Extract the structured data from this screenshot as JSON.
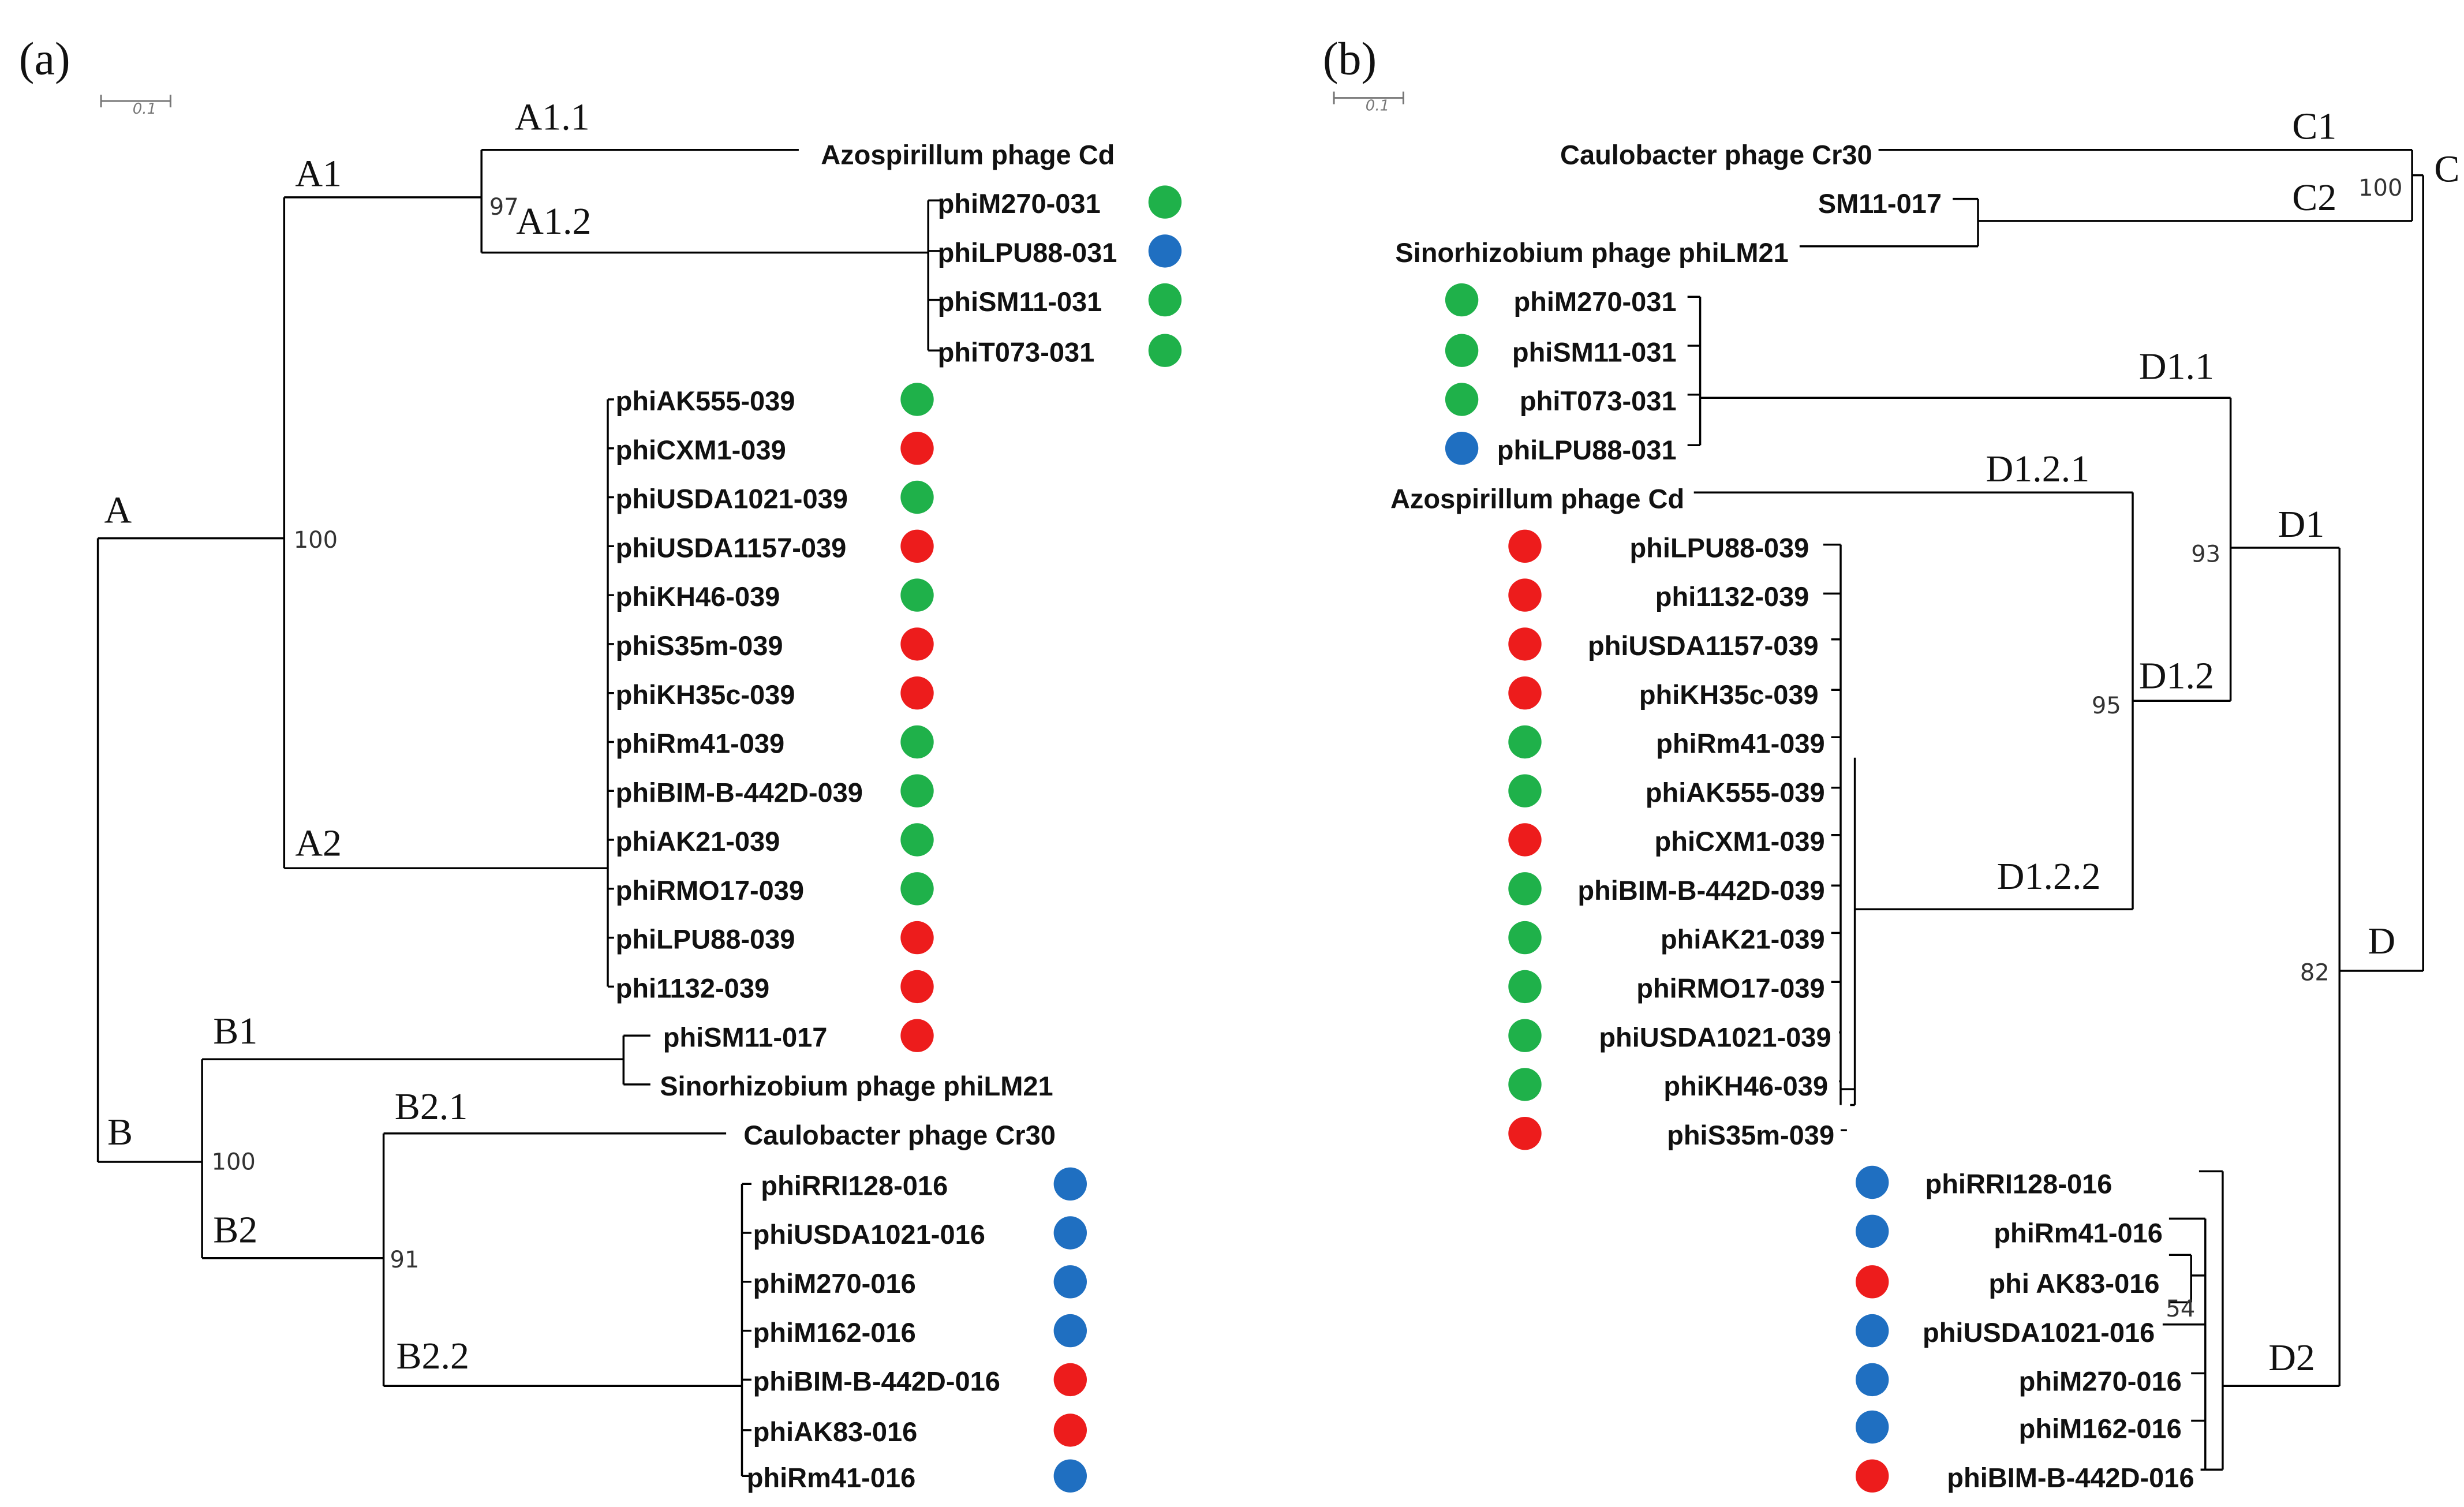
{
  "panel_a": {
    "label": "(a)",
    "scale_label": "0.1",
    "clades": [
      "A1.1",
      "A1",
      "A1.2",
      "A",
      "A2",
      "B1",
      "B",
      "B2.1",
      "B2",
      "B2.2"
    ],
    "bootstraps": [
      "97",
      "100",
      "100",
      "91"
    ],
    "leaves": [
      {
        "name": "Azospirillum phage Cd",
        "color": ""
      },
      {
        "name": "phiM270-031",
        "color": "green"
      },
      {
        "name": "phiLPU88-031",
        "color": "blue"
      },
      {
        "name": "phiSM11-031",
        "color": "green"
      },
      {
        "name": "phiT073-031",
        "color": "green"
      },
      {
        "name": "phiAK555-039",
        "color": "green"
      },
      {
        "name": "phiCXM1-039",
        "color": "red"
      },
      {
        "name": "phiUSDA1021-039",
        "color": "green"
      },
      {
        "name": "phiUSDA1157-039",
        "color": "red"
      },
      {
        "name": "phiKH46-039",
        "color": "green"
      },
      {
        "name": "phiS35m-039",
        "color": "red"
      },
      {
        "name": "phiKH35c-039",
        "color": "red"
      },
      {
        "name": "phiRm41-039",
        "color": "green"
      },
      {
        "name": "phiBIM-B-442D-039",
        "color": "green"
      },
      {
        "name": "phiAK21-039",
        "color": "green"
      },
      {
        "name": "phiRMO17-039",
        "color": "green"
      },
      {
        "name": "phiLPU88-039",
        "color": "red"
      },
      {
        "name": "phi1132-039",
        "color": "red"
      },
      {
        "name": "phiSM11-017",
        "color": "red"
      },
      {
        "name": "Sinorhizobium phage phiLM21",
        "color": ""
      },
      {
        "name": "Caulobacter phage Cr30",
        "color": ""
      },
      {
        "name": "phiRRI128-016",
        "color": "blue"
      },
      {
        "name": "phiUSDA1021-016",
        "color": "blue"
      },
      {
        "name": "phiM270-016",
        "color": "blue"
      },
      {
        "name": "phiM162-016",
        "color": "blue"
      },
      {
        "name": "phiBIM-B-442D-016",
        "color": "red"
      },
      {
        "name": "phiAK83-016",
        "color": "red"
      },
      {
        "name": "phiRm41-016",
        "color": "blue"
      }
    ]
  },
  "panel_b": {
    "label": "(b)",
    "scale_label": "0.1",
    "clades": [
      "C1",
      "C",
      "C2",
      "D1.1",
      "D1.2.1",
      "D1",
      "D1.2",
      "D1.2.2",
      "D",
      "D2"
    ],
    "bootstraps": [
      "100",
      "93",
      "95",
      "82",
      "54"
    ],
    "leaves": [
      {
        "name": "Caulobacter phage Cr30",
        "color": ""
      },
      {
        "name": "SM11-017",
        "color": ""
      },
      {
        "name": "Sinorhizobium phage phiLM21",
        "color": ""
      },
      {
        "name": "phiM270-031",
        "color": "green"
      },
      {
        "name": "phiSM11-031",
        "color": "green"
      },
      {
        "name": "phiT073-031",
        "color": "green"
      },
      {
        "name": "phiLPU88-031",
        "color": "blue"
      },
      {
        "name": "Azospirillum phage Cd",
        "color": ""
      },
      {
        "name": "phiLPU88-039",
        "color": "red"
      },
      {
        "name": "phi1132-039",
        "color": "red"
      },
      {
        "name": "phiUSDA1157-039",
        "color": "red"
      },
      {
        "name": "phiKH35c-039",
        "color": "red"
      },
      {
        "name": "phiRm41-039",
        "color": "green"
      },
      {
        "name": "phiAK555-039",
        "color": "green"
      },
      {
        "name": "phiCXM1-039",
        "color": "red"
      },
      {
        "name": "phiBIM-B-442D-039",
        "color": "green"
      },
      {
        "name": "phiAK21-039",
        "color": "green"
      },
      {
        "name": "phiRMO17-039",
        "color": "green"
      },
      {
        "name": "phiUSDA1021-039",
        "color": "green"
      },
      {
        "name": "phiKH46-039",
        "color": "green"
      },
      {
        "name": "phiS35m-039",
        "color": "red"
      },
      {
        "name": "phiRRI128-016",
        "color": "blue"
      },
      {
        "name": "phiRm41-016",
        "color": "blue"
      },
      {
        "name": "phi AK83-016",
        "color": "red"
      },
      {
        "name": "phiUSDA1021-016",
        "color": "blue"
      },
      {
        "name": "phiM270-016",
        "color": "blue"
      },
      {
        "name": "phiM162-016",
        "color": "blue"
      },
      {
        "name": "phiBIM-B-442D-016",
        "color": "red"
      }
    ]
  },
  "colors": {
    "green": "#1fb14a",
    "red": "#ed1c1c",
    "blue": "#1f6fc1",
    "line": "#000000"
  }
}
